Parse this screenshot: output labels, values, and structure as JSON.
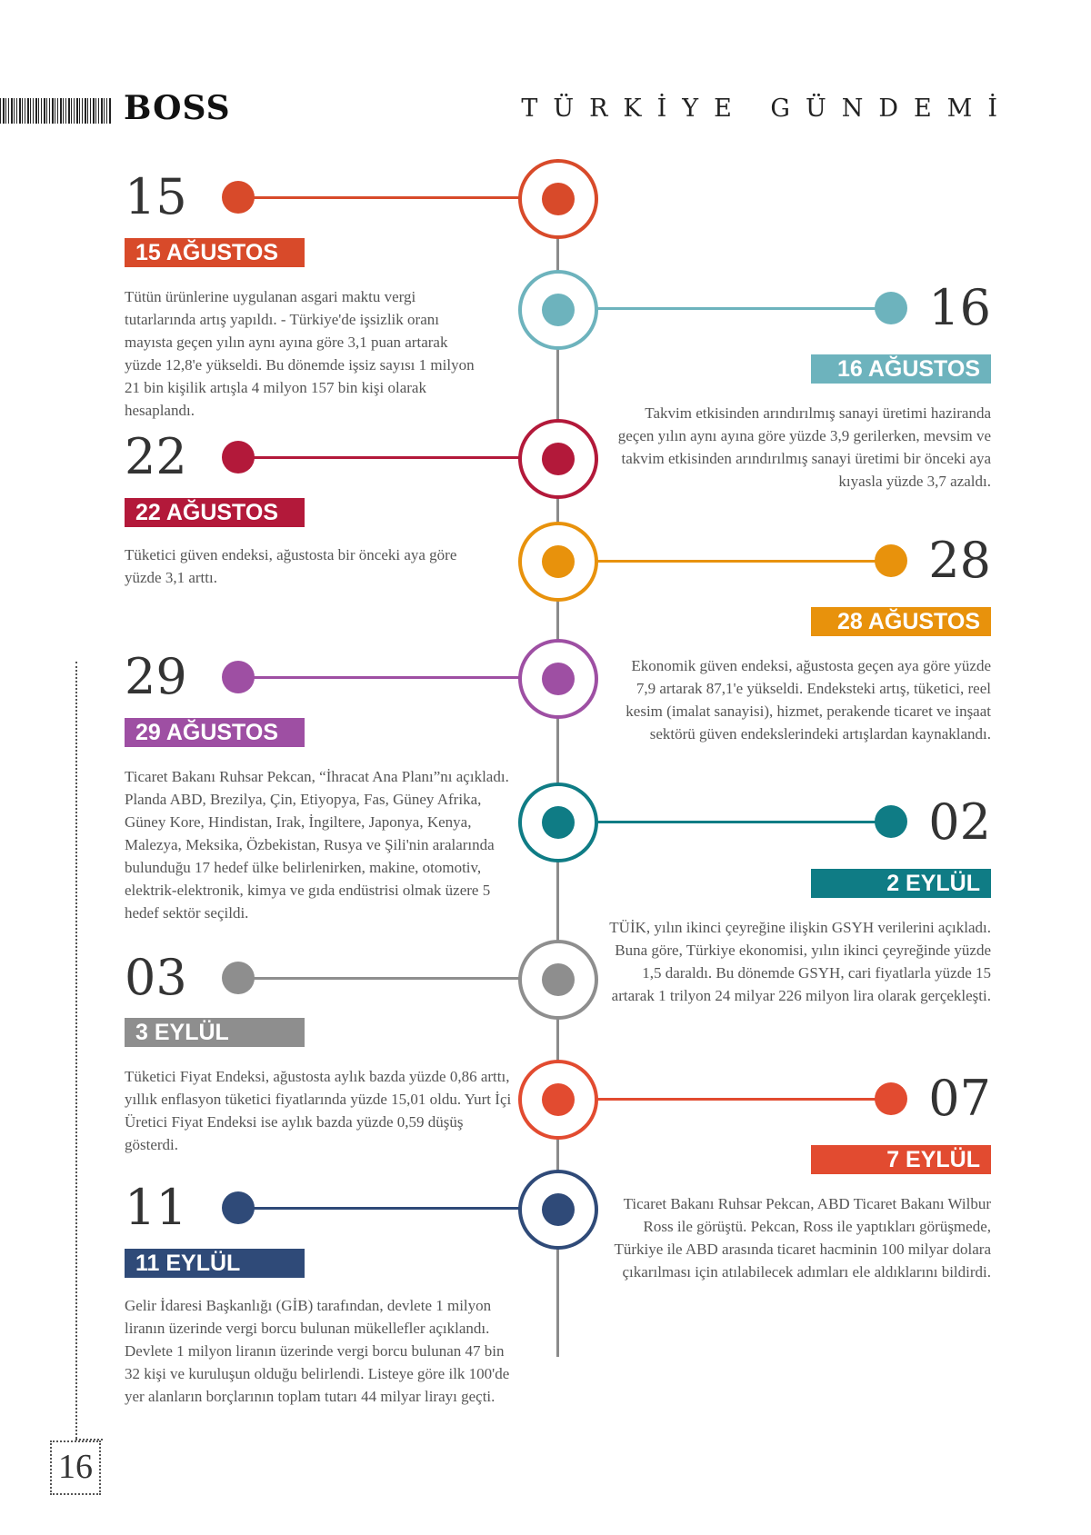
{
  "header": {
    "brand": "BOSS",
    "section": "TÜRKİYE GÜNDEMİ"
  },
  "colors": {
    "red_orange": "#d84a2a",
    "teal_light": "#6db3bd",
    "crimson": "#b3193a",
    "orange": "#e8920c",
    "purple": "#9e4fa3",
    "teal_dark": "#0f7c85",
    "grey": "#8e8e8e",
    "red": "#e24b30",
    "navy": "#2f4a78"
  },
  "events": [
    {
      "day": "15",
      "label": "15 AĞUSTOS",
      "text": "Tütün ürünlerine uygulanan asgari maktu vergi tutarlarında artış yapıldı. - Türkiye'de işsizlik oranı mayısta geçen yılın aynı ayına göre 3,1 puan artarak yüzde 12,8'e yükseldi. Bu dönemde işsiz sayısı 1 milyon 21 bin kişilik artışla 4 milyon 157 bin kişi olarak hesaplandı."
    },
    {
      "day": "16",
      "label": "16 AĞUSTOS",
      "text": "Takvim etkisinden arındırılmış sanayi üretimi haziranda geçen yılın aynı ayına göre yüzde 3,9 gerilerken, mevsim ve takvim etkisinden arındırılmış sanayi üretimi bir önceki aya kıyasla yüzde 3,7 azaldı."
    },
    {
      "day": "22",
      "label": "22 AĞUSTOS",
      "text": "Tüketici güven endeksi, ağustosta bir önceki aya göre yüzde 3,1 arttı."
    },
    {
      "day": "28",
      "label": "28 AĞUSTOS",
      "text": "Ekonomik güven endeksi, ağustosta geçen aya göre yüzde 7,9 artarak 87,1'e yükseldi. Endeksteki artış, tüketici, reel kesim (imalat sanayisi), hizmet, perakende ticaret ve inşaat sektörü güven endekslerindeki artışlardan kaynaklandı."
    },
    {
      "day": "29",
      "label": "29 AĞUSTOS",
      "text": "Ticaret Bakanı Ruhsar Pekcan, “İhracat Ana Planı”nı açıkladı. Planda ABD, Brezilya, Çin, Etiyopya, Fas, Güney Afrika, Güney Kore, Hindistan, Irak, İngiltere, Japonya, Kenya, Malezya, Meksika, Özbekistan, Rusya ve Şili'nin aralarında bulunduğu 17 hedef ülke belirlenirken, makine, otomotiv, elektrik-elektronik, kimya ve gıda endüstrisi olmak üzere 5 hedef sektör seçildi."
    },
    {
      "day": "02",
      "label": "2 EYLÜL",
      "text": "TÜİK, yılın ikinci çeyreğine ilişkin GSYH verilerini açıkladı. Buna göre, Türkiye ekonomisi, yılın ikinci çeyreğinde yüzde 1,5 daraldı. Bu dönemde GSYH, cari fiyatlarla yüzde 15 artarak 1 trilyon 24 milyar 226 milyon lira olarak gerçekleşti."
    },
    {
      "day": "03",
      "label": "3 EYLÜL",
      "text": "Tüketici Fiyat Endeksi, ağustosta aylık bazda yüzde 0,86 arttı, yıllık enflasyon tüketici fiyatlarında yüzde 15,01 oldu. Yurt İçi Üretici Fiyat Endeksi ise aylık bazda yüzde 0,59 düşüş gösterdi."
    },
    {
      "day": "07",
      "label": "7 EYLÜL",
      "text": "Ticaret Bakanı Ruhsar Pekcan, ABD Ticaret Bakanı Wilbur Ross ile görüştü. Pekcan, Ross ile yaptıkları görüşmede, Türkiye ile ABD arasında ticaret hacminin 100 milyar dolara çıkarılması için atılabilecek adımları ele aldıklarını bildirdi."
    },
    {
      "day": "11",
      "label": "11 EYLÜL",
      "text": "Gelir İdaresi Başkanlığı (GİB) tarafından, devlete 1 milyon liranın üzerinde vergi borcu bulunan mükellefler açıklandı. Devlete 1 milyon liranın üzerinde vergi borcu bulunan 47 bin 32 kişi ve kuruluşun olduğu belirlendi. Listeye göre ilk 100'de yer alanların borçlarının toplam tutarı 44 milyar lirayı geçti."
    }
  ],
  "page": {
    "number": "16"
  }
}
